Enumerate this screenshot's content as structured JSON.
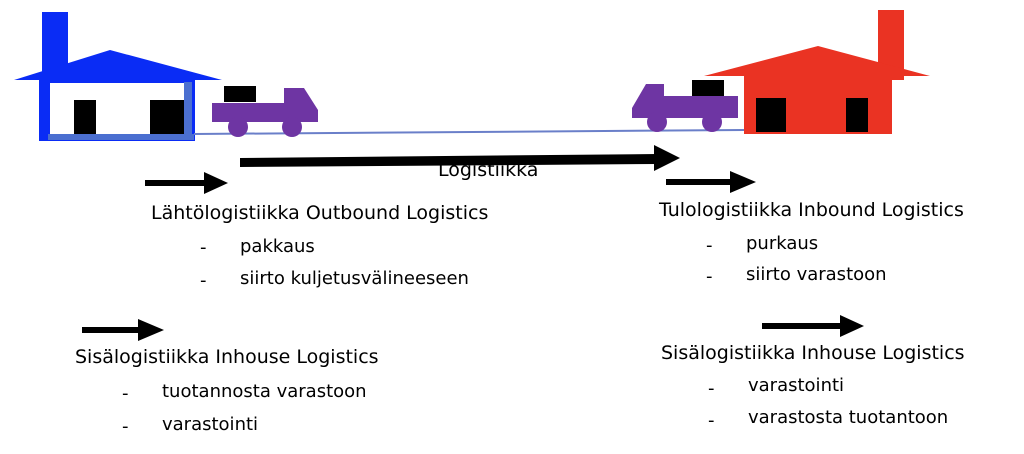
{
  "colors": {
    "left_factory": "#0a2cf5",
    "right_factory": "#ea3323",
    "truck": "#6e35a3",
    "box": "#000000",
    "road": "#6a7fc9",
    "arrow": "#000000"
  },
  "center": {
    "label": "Logistiikka"
  },
  "outbound": {
    "title": "Lähtölogistiikka Outbound Logistics",
    "items": [
      "pakkaus",
      "siirto kuljetusvälineeseen"
    ]
  },
  "inbound": {
    "title": "Tulologistiikka Inbound Logistics",
    "items": [
      "purkaus",
      "siirto varastoon"
    ]
  },
  "inhouse_left": {
    "title": "Sisälogistiikka Inhouse Logistics",
    "items": [
      "tuotannosta varastoon",
      "varastointi"
    ]
  },
  "inhouse_right": {
    "title": "Sisälogistiikka Inhouse Logistics",
    "items": [
      "varastointi",
      "varastosta tuotantoon"
    ]
  },
  "bullet": "-",
  "icons": [
    "factory-icon",
    "truck-icon",
    "box-icon",
    "arrow-icon"
  ]
}
